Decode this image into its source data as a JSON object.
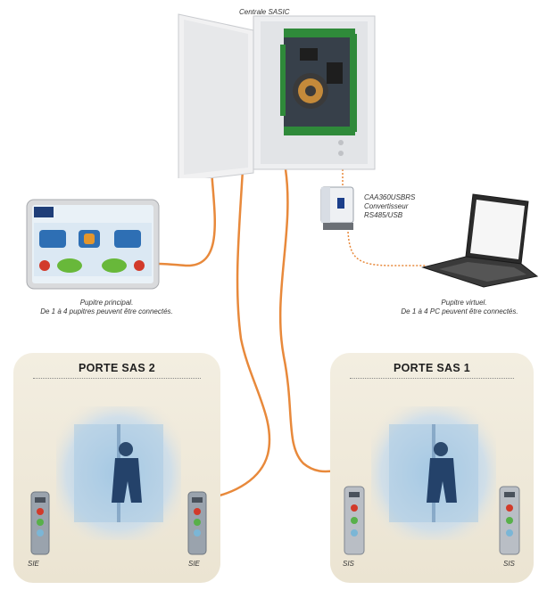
{
  "labels": {
    "central": "Centrale SASIC",
    "converter_line1": "CAA360USBRS",
    "converter_line2": "Convertisseur",
    "converter_line3": "RS485/USB",
    "pupitre_line1": "Pupitre principal.",
    "pupitre_line2": "De 1 à 4 pupitres peuvent être connectés.",
    "virtual_line1": "Pupitre virtuel.",
    "virtual_line2": "De 1 à 4 PC peuvent être connectés."
  },
  "sas2": {
    "title": "PORTE SAS 2",
    "station_left": "SIE",
    "station_right": "SIE"
  },
  "sas1": {
    "title": "PORTE SAS 1",
    "station_left": "SIS",
    "station_right": "SIS"
  },
  "colors": {
    "cable": "#e8893b",
    "panel": "#efe8d8",
    "cabinet": "#e9eaec"
  }
}
